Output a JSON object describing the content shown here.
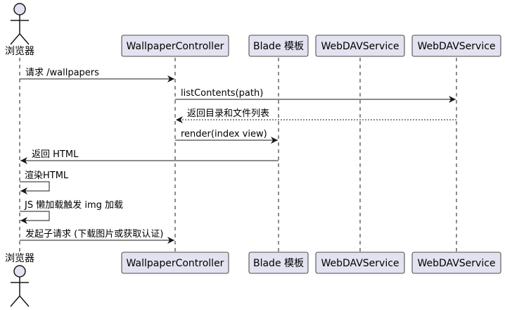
{
  "diagram": {
    "type": "sequence",
    "participants": [
      {
        "id": "browser",
        "label": "浏览器",
        "kind": "actor"
      },
      {
        "id": "controller",
        "label": "WallpaperController",
        "kind": "participant"
      },
      {
        "id": "blade",
        "label": "Blade 模板",
        "kind": "participant"
      },
      {
        "id": "webdav1",
        "label": "WebDAVService",
        "kind": "participant"
      },
      {
        "id": "webdav2",
        "label": "WebDAVService",
        "kind": "participant"
      }
    ],
    "messages": [
      {
        "from": "browser",
        "to": "controller",
        "label": "请求 /wallpapers",
        "style": "solid"
      },
      {
        "from": "controller",
        "to": "webdav2",
        "label": "listContents(path)",
        "style": "solid"
      },
      {
        "from": "webdav2",
        "to": "controller",
        "label": "返回目录和文件列表",
        "style": "dashed"
      },
      {
        "from": "controller",
        "to": "blade",
        "label": "render(index view)",
        "style": "solid"
      },
      {
        "from": "blade",
        "to": "browser",
        "label": "返回 HTML",
        "style": "solid"
      },
      {
        "from": "browser",
        "to": "browser",
        "label": "渲染HTML",
        "style": "self"
      },
      {
        "from": "browser",
        "to": "browser",
        "label": "JS 懒加载触发 img 加载",
        "style": "self"
      },
      {
        "from": "browser",
        "to": "controller",
        "label": "发起子请求 (下载图片或获取认证)",
        "style": "solid"
      }
    ],
    "colors": {
      "participant_fill": "#E2E2F0",
      "participant_border": "#181818",
      "lifeline": "#181818",
      "arrow": "#181818"
    }
  }
}
